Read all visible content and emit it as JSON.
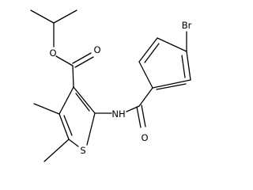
{
  "molecule": {
    "atom_labels": {
      "bromine": "Br",
      "ester_oxygen": "O",
      "carbonyl_oxygen_ester": "O",
      "amide_nitrogen": "NH",
      "carbonyl_oxygen_amide": "O",
      "sulfur": "S"
    }
  },
  "colors": {
    "bond": "#000000",
    "label": "#000000",
    "background": "#ffffff"
  }
}
